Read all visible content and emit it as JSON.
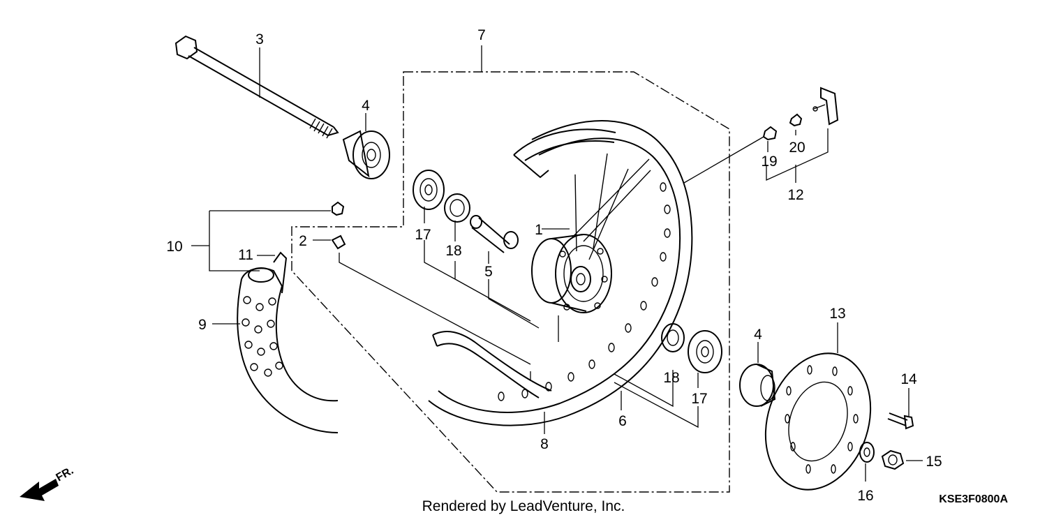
{
  "diagram": {
    "callouts": [
      {
        "id": "c1",
        "text": "1"
      },
      {
        "id": "c2",
        "text": "2"
      },
      {
        "id": "c3",
        "text": "3"
      },
      {
        "id": "c4a",
        "text": "4"
      },
      {
        "id": "c4b",
        "text": "4"
      },
      {
        "id": "c5",
        "text": "5"
      },
      {
        "id": "c6",
        "text": "6"
      },
      {
        "id": "c7",
        "text": "7"
      },
      {
        "id": "c8",
        "text": "8"
      },
      {
        "id": "c9",
        "text": "9"
      },
      {
        "id": "c10",
        "text": "10"
      },
      {
        "id": "c11",
        "text": "11"
      },
      {
        "id": "c12",
        "text": "12"
      },
      {
        "id": "c13",
        "text": "13"
      },
      {
        "id": "c14",
        "text": "14"
      },
      {
        "id": "c15",
        "text": "15"
      },
      {
        "id": "c16",
        "text": "16"
      },
      {
        "id": "c17a",
        "text": "17"
      },
      {
        "id": "c17b",
        "text": "17"
      },
      {
        "id": "c18a",
        "text": "18"
      },
      {
        "id": "c18b",
        "text": "18"
      },
      {
        "id": "c19",
        "text": "19"
      },
      {
        "id": "c20",
        "text": "20"
      }
    ],
    "front_indicator": "FR.",
    "diagram_code": "KSE3F0800A",
    "credit": "Rendered by LeadVenture, Inc."
  }
}
